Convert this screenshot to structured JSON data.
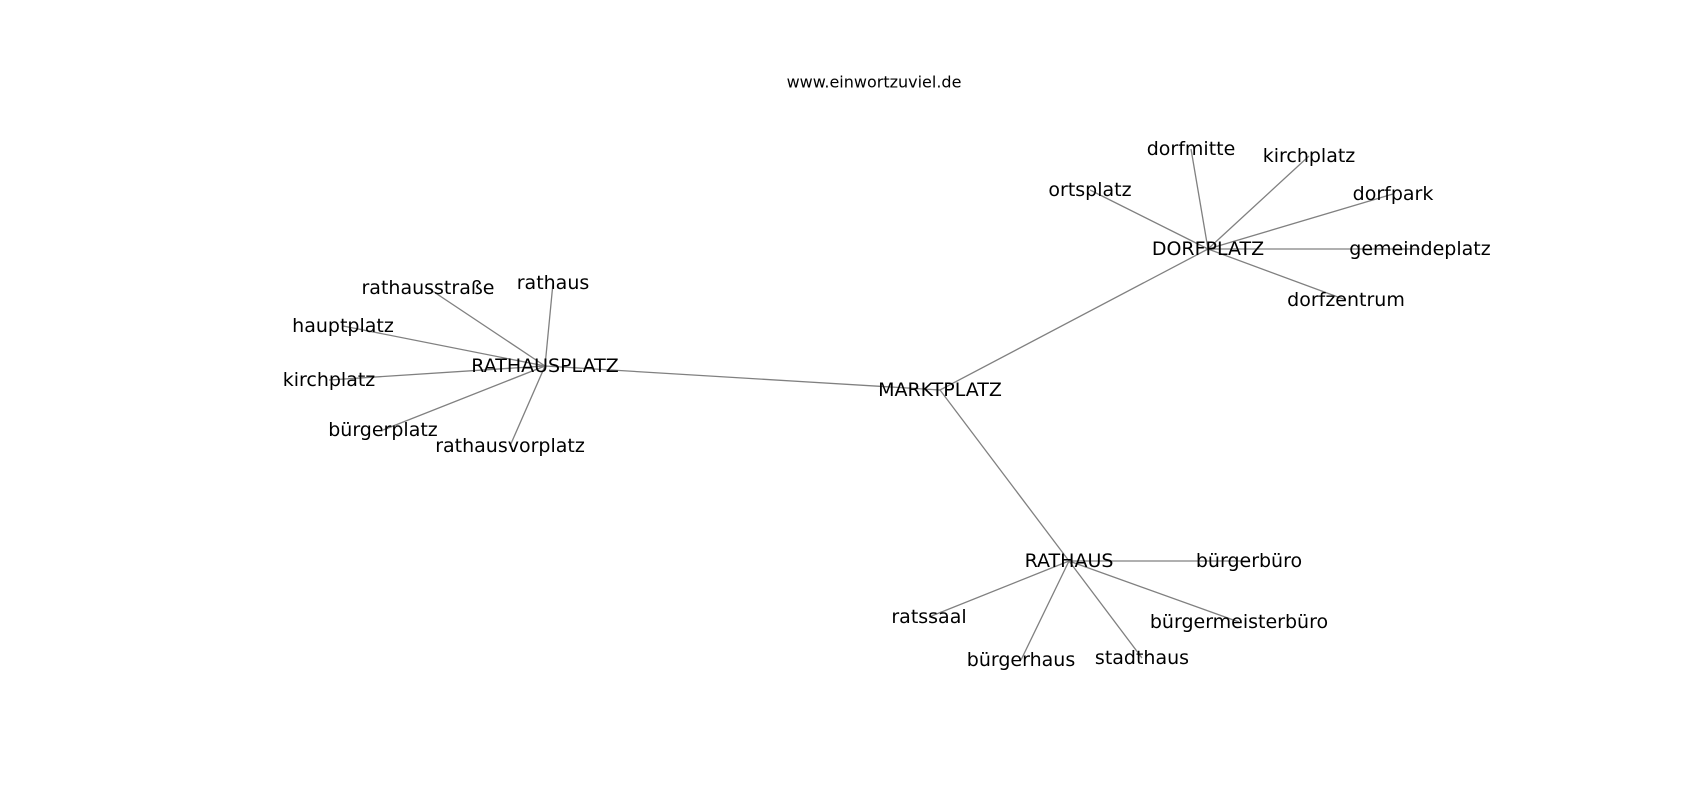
{
  "watermark": "www.einwortzuviel.de",
  "graph": {
    "center": "MARKTPLATZ",
    "hubs": [
      {
        "id": "rathausplatz",
        "label": "RATHAUSPLATZ",
        "leaves": [
          "rathausstraße",
          "rathaus",
          "hauptplatz",
          "kirchplatz",
          "bürgerplatz",
          "rathausvorplatz"
        ]
      },
      {
        "id": "dorfplatz",
        "label": "DORFPLATZ",
        "leaves": [
          "dorfmitte",
          "kirchplatz",
          "ortsplatz",
          "dorfpark",
          "gemeindeplatz",
          "dorfzentrum"
        ]
      },
      {
        "id": "rathaus",
        "label": "RATHAUS",
        "leaves": [
          "bürgerbüro",
          "ratssaal",
          "bürgermeisterbüro",
          "bürgerhaus",
          "stadthaus"
        ]
      }
    ]
  }
}
